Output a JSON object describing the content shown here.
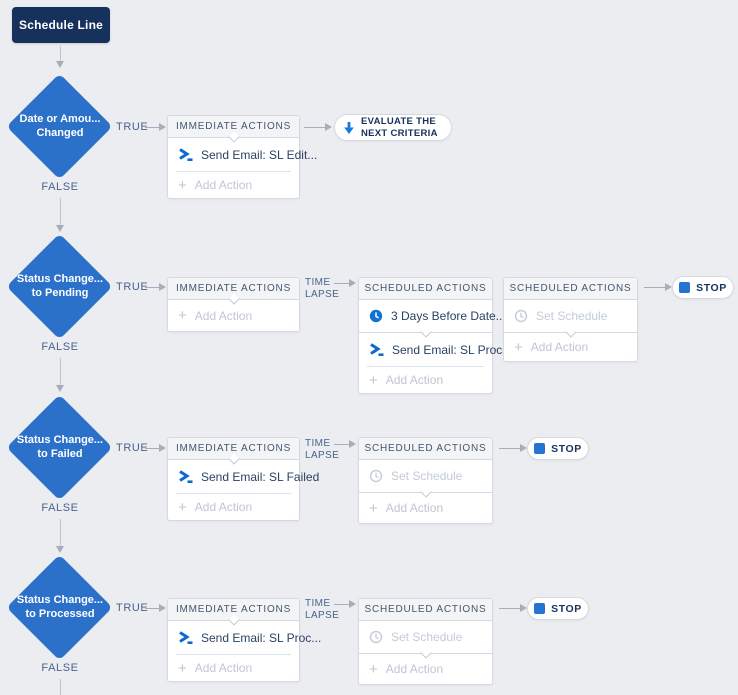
{
  "colors": {
    "diamond_blue": "#2b71c9",
    "navy": "#16325c",
    "accent_blue": "#0f6ad0",
    "stop_blue": "#2574d4",
    "background": "#ecedf0"
  },
  "icons": {
    "plus": "+",
    "email_action": "terminal-chevron",
    "clock": "clock",
    "stop_square": "blue-square",
    "evaluate_arrow": "down-arrow"
  },
  "start": {
    "label": "Schedule Line"
  },
  "connectors": {
    "true_label": "TRUE",
    "false_label": "FALSE",
    "time_line1": "TIME",
    "time_line2": "LAPSE"
  },
  "rows": [
    {
      "criteria": {
        "line1": "Date or Amou...",
        "line2": "Changed"
      },
      "immediate": {
        "header": "IMMEDIATE ACTIONS",
        "action": "Send Email: SL Edit...",
        "add_action": "Add Action"
      },
      "evaluate": {
        "line1": "EVALUATE THE",
        "line2": "NEXT CRITERIA"
      }
    },
    {
      "criteria": {
        "line1": "Status Change...",
        "line2": "to Pending"
      },
      "immediate": {
        "header": "IMMEDIATE ACTIONS",
        "add_action": "Add Action"
      },
      "scheduled_a": {
        "header": "SCHEDULED ACTIONS",
        "schedule": "3 Days Before Date...",
        "action": "Send Email: SL Proc...",
        "add_action": "Add Action"
      },
      "scheduled_b": {
        "header": "SCHEDULED ACTIONS",
        "set_schedule": "Set Schedule",
        "add_action": "Add Action"
      },
      "stop": "STOP"
    },
    {
      "criteria": {
        "line1": "Status Change...",
        "line2": "to Failed"
      },
      "immediate": {
        "header": "IMMEDIATE ACTIONS",
        "action": "Send Email: SL Failed",
        "add_action": "Add Action"
      },
      "scheduled": {
        "header": "SCHEDULED ACTIONS",
        "set_schedule": "Set Schedule",
        "add_action": "Add Action"
      },
      "stop": "STOP"
    },
    {
      "criteria": {
        "line1": "Status Change...",
        "line2": "to Processed"
      },
      "immediate": {
        "header": "IMMEDIATE ACTIONS",
        "action": "Send Email: SL Proc...",
        "add_action": "Add Action"
      },
      "scheduled": {
        "header": "SCHEDULED ACTIONS",
        "set_schedule": "Set Schedule",
        "add_action": "Add Action"
      },
      "stop": "STOP"
    }
  ]
}
